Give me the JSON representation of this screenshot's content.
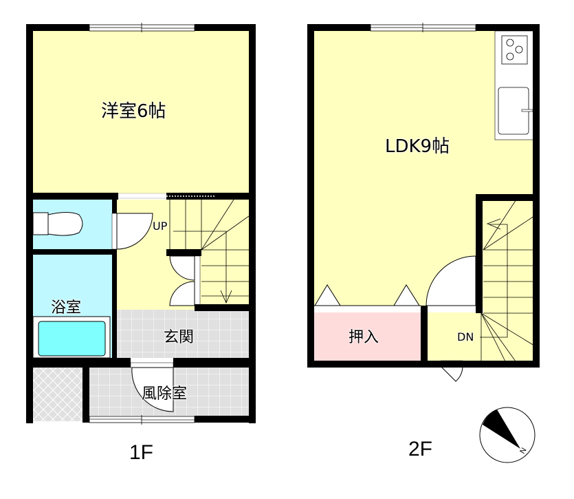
{
  "floors": [
    {
      "id": "1F",
      "label": "1F",
      "rooms": [
        {
          "name": "western-room",
          "label": "洋室6帖",
          "color": "#ffffc0"
        },
        {
          "name": "toilet",
          "label": "",
          "color": "#bff8ff"
        },
        {
          "name": "bathroom",
          "label": "浴室",
          "color": "#bff8ff"
        },
        {
          "name": "hall",
          "label": "",
          "color": "#ffffc0"
        },
        {
          "name": "entrance",
          "label": "玄関",
          "color": "#e0e0e0"
        },
        {
          "name": "windbreak-room",
          "label": "風除室",
          "color": "#e0e0e0"
        },
        {
          "name": "outdoor-area",
          "label": "",
          "color": "#e0e0e0"
        }
      ],
      "stairs_label": "UP"
    },
    {
      "id": "2F",
      "label": "2F",
      "rooms": [
        {
          "name": "ldk",
          "label": "LDK9帖",
          "color": "#ffffc0"
        },
        {
          "name": "closet",
          "label": "押入",
          "color": "#ffdcdc"
        },
        {
          "name": "landing",
          "label": "",
          "color": "#ffffc0"
        }
      ],
      "stairs_label": "DN"
    }
  ],
  "compass": {
    "label": "N"
  },
  "colors": {
    "wall": "#000000",
    "living": "#ffffc0",
    "wet": "#bff8ff",
    "tile": "#e0e0e0",
    "closet": "#ffdcdc",
    "tub": "#80ffff"
  }
}
